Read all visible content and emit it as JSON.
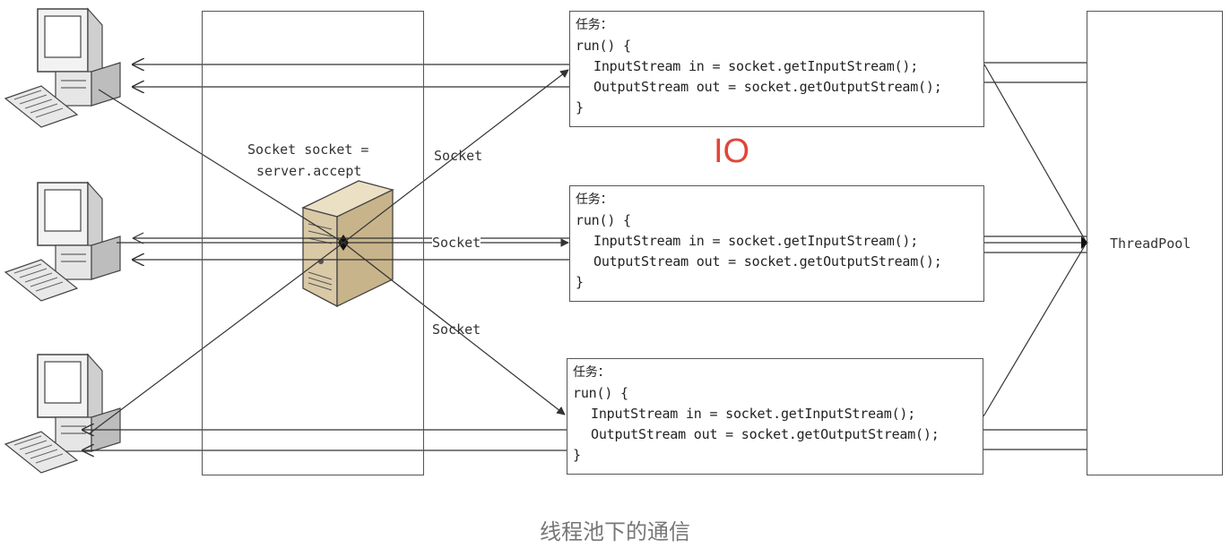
{
  "server": {
    "accept_line_1": "Socket socket =",
    "accept_line_2": "server.accept"
  },
  "socket_labels": [
    "Socket",
    "Socket",
    "Socket"
  ],
  "io_label": "IO",
  "tasks": [
    {
      "title": "任务：",
      "run": "run() {",
      "line1": "InputStream in = socket.getInputStream();",
      "line2": "OutputStream out = socket.getOutputStream();",
      "close": "}"
    },
    {
      "title": "任务：",
      "run": "run() {",
      "line1": "InputStream in = socket.getInputStream();",
      "line2": "OutputStream out = socket.getOutputStream();",
      "close": "}"
    },
    {
      "title": "任务：",
      "run": "run() {",
      "line1": "InputStream in = socket.getInputStream();",
      "line2": "OutputStream out = socket.getOutputStream();",
      "close": "}"
    }
  ],
  "thread_pool_label": "ThreadPool",
  "caption": "线程池下的通信",
  "colors": {
    "line": "#333333",
    "border": "#555555",
    "io_accent": "#e0463a",
    "caption": "#777777",
    "server_body": "#d9c9a6"
  },
  "icons": [
    "client-computer-icon",
    "server-icon"
  ]
}
